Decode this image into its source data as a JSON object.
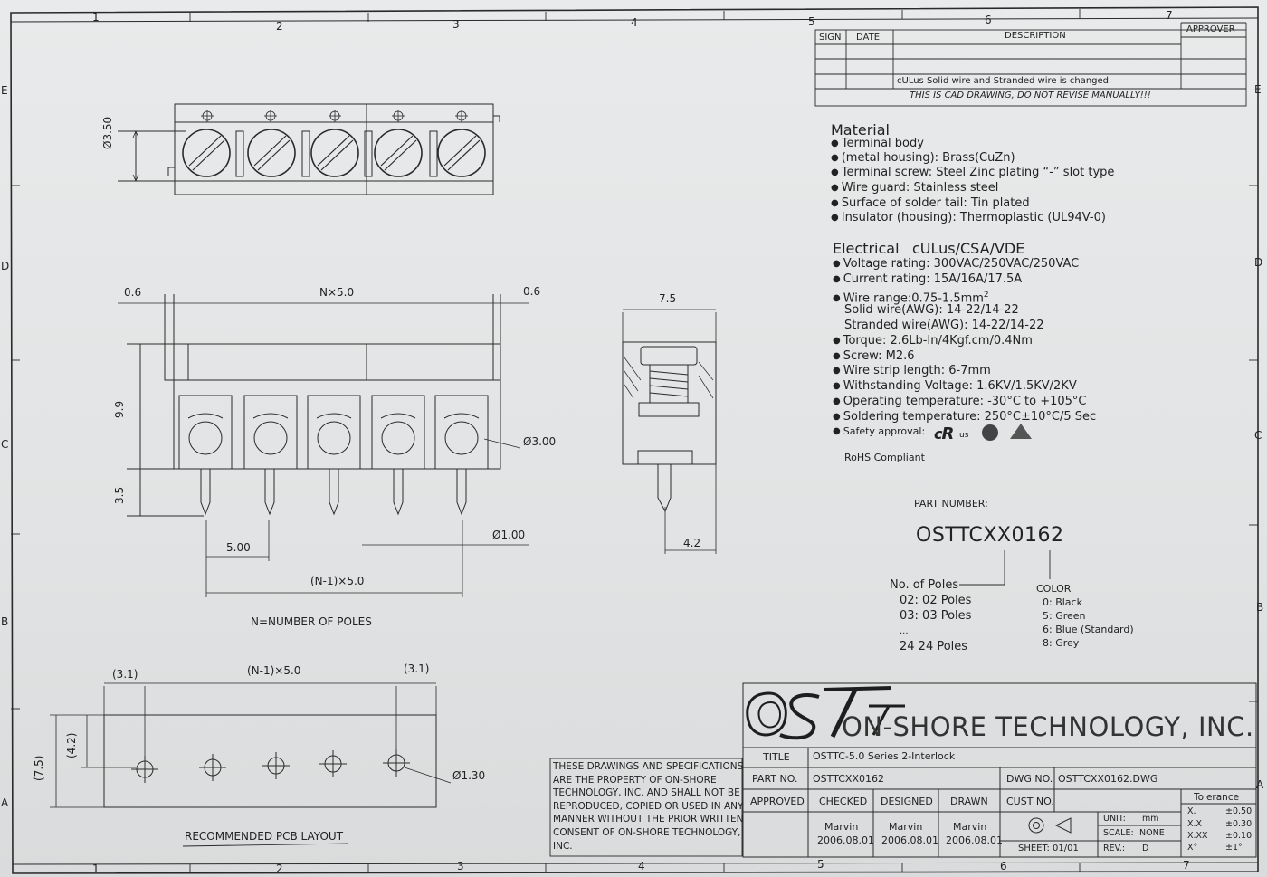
{
  "zones": {
    "top": [
      "1",
      "2",
      "3",
      "4",
      "5",
      "6",
      "7"
    ],
    "bottom": [
      "1",
      "2",
      "3",
      "4",
      "5",
      "6",
      "7"
    ],
    "left": [
      "E",
      "D",
      "C",
      "B",
      "A"
    ],
    "right": [
      "E",
      "D",
      "C",
      "B",
      "A"
    ]
  },
  "revision": {
    "headers": {
      "sign": "SIGN",
      "date": "DATE",
      "description": "DESCRIPTION",
      "approver": "APPROVER"
    },
    "change_note": "cULus Solid wire and Stranded wire is changed.",
    "cad_note": "THIS IS CAD DRAWING, DO NOT REVISE MANUALLY!!!"
  },
  "material": {
    "heading": "Material",
    "items": [
      "Terminal body",
      "(metal housing): Brass(CuZn)",
      "Terminal screw: Steel Zinc plating “-” slot type",
      "Wire guard: Stainless steel",
      "Surface of solder tail: Tin plated",
      "Insulator (housing): Thermoplastic (UL94V-0)"
    ]
  },
  "electrical": {
    "heading": "Electrical",
    "approvals": "cULus/CSA/VDE",
    "voltage": "Voltage rating: 300VAC/250VAC/250VAC",
    "current": "Current rating: 15A/16A/17.5A",
    "wire_range": "Wire range:0.75-1.5mm",
    "wire_range_sup": "2",
    "solid_wire": "Solid wire(AWG): 14-22/14-22",
    "stranded_wire": "Stranded wire(AWG): 14-22/14-22",
    "torque": "Torque: 2.6Lb-In/4Kgf.cm/0.4Nm",
    "screw": "Screw: M2.6",
    "strip": "Wire strip length: 6-7mm",
    "withstand": "Withstanding Voltage: 1.6KV/1.5KV/2KV",
    "op_temp": "Operating temperature: -30°C to +105°C",
    "solder_temp": "Soldering temperature: 250°C±10°C/5 Sec",
    "safety": "Safety approval:",
    "ul_mark": "us",
    "rohs": "RoHS Compliant"
  },
  "part_number": {
    "label": "PART NUMBER:",
    "value": "OSTTCXX0162",
    "poles_heading": "No. of Poles",
    "poles": [
      "02:  02 Poles",
      "03:  03 Poles",
      "...",
      "24  24 Poles"
    ],
    "color_heading": "COLOR",
    "colors": [
      "0:  Black",
      "5:  Green",
      "6:  Blue (Standard)",
      "8:  Grey"
    ]
  },
  "dimensions": {
    "top_dia": "Ø3.50",
    "left_margin": "0.6",
    "right_margin": "0.6",
    "overall": "N×5.0",
    "height": "9.9",
    "pin_len": "3.5",
    "hole_dia": "Ø3.00",
    "pin_dia": "Ø1.00",
    "pitch": "5.00",
    "pin_span": "(N-1)×5.0",
    "poles_note": "N=NUMBER OF POLES",
    "side_width": "7.5",
    "side_offset": "4.2"
  },
  "pcb": {
    "left_offset": "(3.1)",
    "span": "(N-1)×5.0",
    "right_offset": "(3.1)",
    "height": "(7.5)",
    "row_offset": "(4.2)",
    "hole_dia": "Ø1.30",
    "title": "RECOMMENDED PCB  LAYOUT"
  },
  "proprietary": [
    "THESE DRAWINGS AND SPECIFICATIONS",
    "ARE THE PROPERTY OF ON-SHORE",
    "TECHNOLOGY, INC. AND SHALL NOT BE",
    "REPRODUCED, COPIED OR USED IN ANY",
    "MANNER WITHOUT THE PRIOR WRITTEN",
    "CONSENT OF ON-SHORE TECHNOLOGY,",
    "INC."
  ],
  "title_block": {
    "logo": "OST",
    "company": "ON-SHORE TECHNOLOGY, INC.",
    "title_label": "TITLE",
    "title_value": "OSTTC-5.0 Series 2-Interlock",
    "partno_label": "PART NO.",
    "partno_value": "OSTTCXX0162",
    "dwgno_label": "DWG NO.",
    "dwgno_value": "OSTTCXX0162.DWG",
    "approved_label": "APPROVED",
    "checked_label": "CHECKED",
    "designed_label": "DESIGNED",
    "drawn_label": "DRAWN",
    "custno_label": "CUST NO.",
    "checked_name": "Marvin",
    "checked_date": "2006.08.01",
    "designed_name": "Marvin",
    "designed_date": "2006.08.01",
    "drawn_name": "Marvin",
    "drawn_date": "2006.08.01",
    "unit_label": "UNIT:",
    "unit_value": "mm",
    "scale_label": "SCALE:",
    "scale_value": "NONE",
    "rev_label": "REV.:",
    "rev_value": "D",
    "sheet": "SHEET:  01/01",
    "tolerance_heading": "Tolerance",
    "tolerances": [
      {
        "k": "X.",
        "v": "±0.50"
      },
      {
        "k": "X.X",
        "v": "±0.30"
      },
      {
        "k": "X.XX",
        "v": "±0.10"
      },
      {
        "k": "X°",
        "v": "±1°"
      }
    ]
  }
}
